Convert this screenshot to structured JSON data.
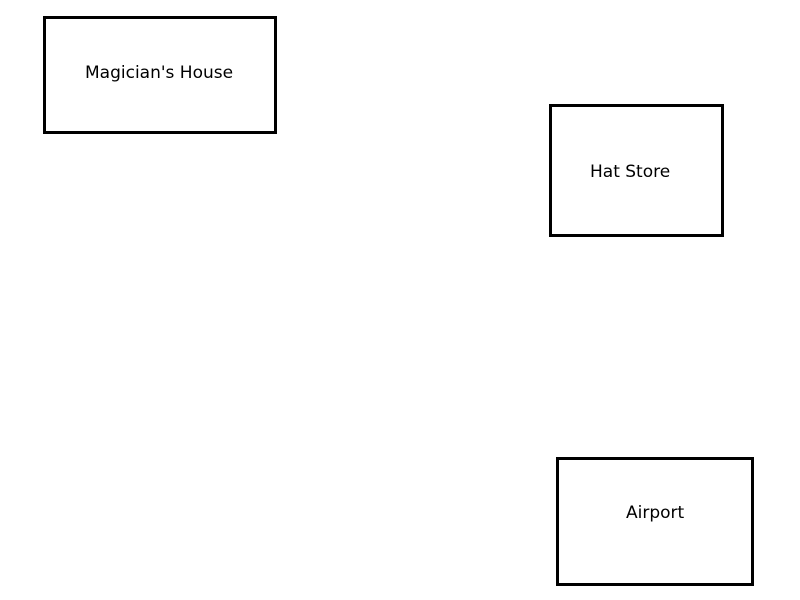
{
  "diagram": {
    "nodes": [
      {
        "id": "magicians-house",
        "label": "Magician's House"
      },
      {
        "id": "hat-store",
        "label": "Hat Store"
      },
      {
        "id": "airport",
        "label": "Airport"
      }
    ],
    "colors": {
      "border": "#000000",
      "background": "#ffffff",
      "text": "#000000"
    }
  }
}
